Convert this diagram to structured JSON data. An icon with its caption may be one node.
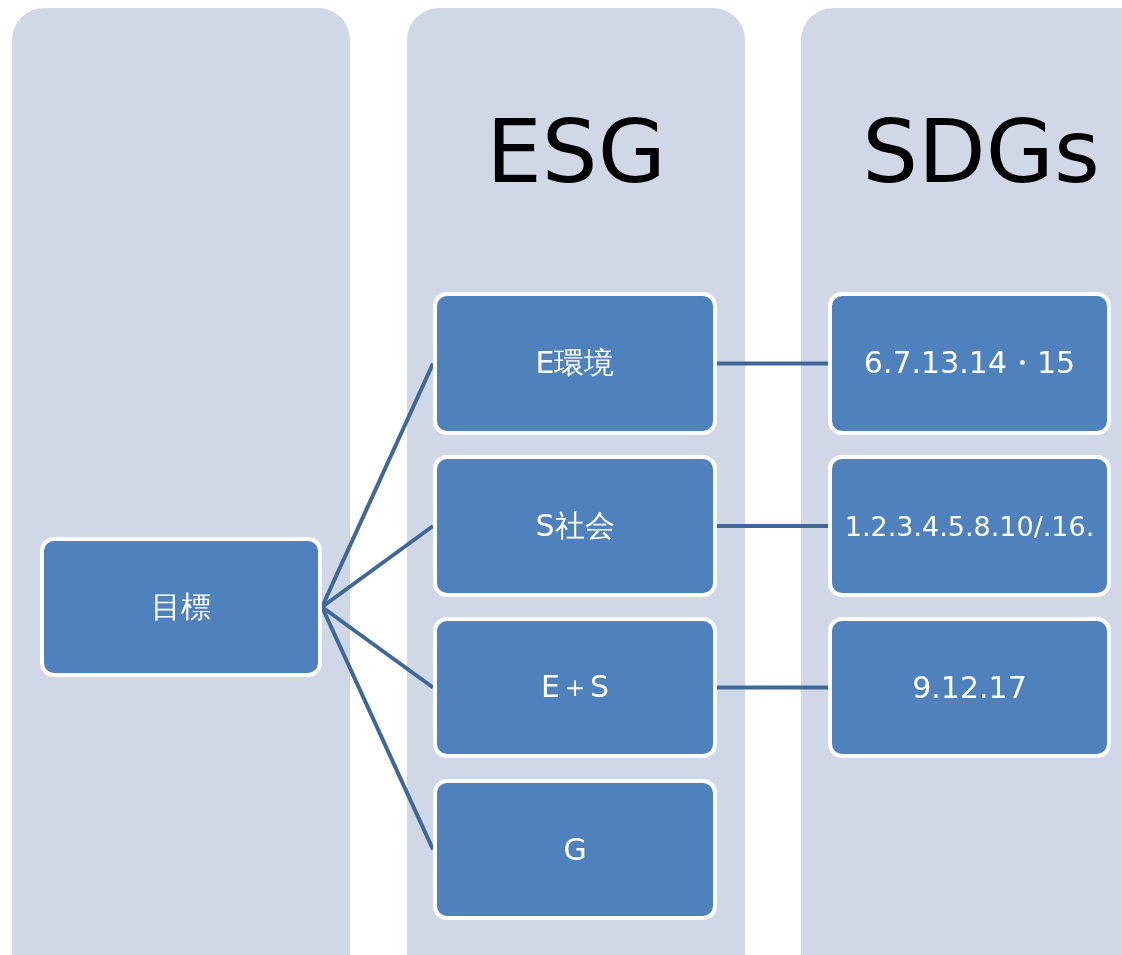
{
  "diagram": {
    "nodes": [
      {
        "text": [],
        "shape": "box"
      },
      {
        "text": [
          "目標"
        ],
        "in": 0
      },
      {
        "text": [
          "ESG"
        ]
      },
      {
        "text": [
          "E環境"
        ],
        "in": 2
      },
      {
        "text": [
          "S社会"
        ],
        "in": 2
      },
      {
        "text": [
          "E＋S"
        ],
        "in": 2
      },
      {
        "text": [
          "G"
        ],
        "in": 2
      },
      {
        "text": [
          "SDGs"
        ]
      },
      {
        "text": [
          "6.7.13.14・15"
        ],
        "in": 7
      },
      {
        "text": [
          "1.2.3.4.5.8.10/.16."
        ],
        "in": 7
      },
      {
        "text": [
          "9.12.17"
        ],
        "in": 7
      }
    ],
    "edges": [
      {
        "from": 1,
        "to": 3,
        "arrow": "none"
      },
      {
        "from": 1,
        "to": 4,
        "arrow": "none"
      },
      {
        "from": 1,
        "to": 5,
        "arrow": "none"
      },
      {
        "from": 1,
        "to": 6,
        "arrow": "none"
      },
      {
        "from": 3,
        "to": 8,
        "arrow": "none"
      },
      {
        "from": 4,
        "to": 9,
        "arrow": "none"
      },
      {
        "from": 5,
        "to": 10,
        "arrow": "none"
      }
    ]
  }
}
